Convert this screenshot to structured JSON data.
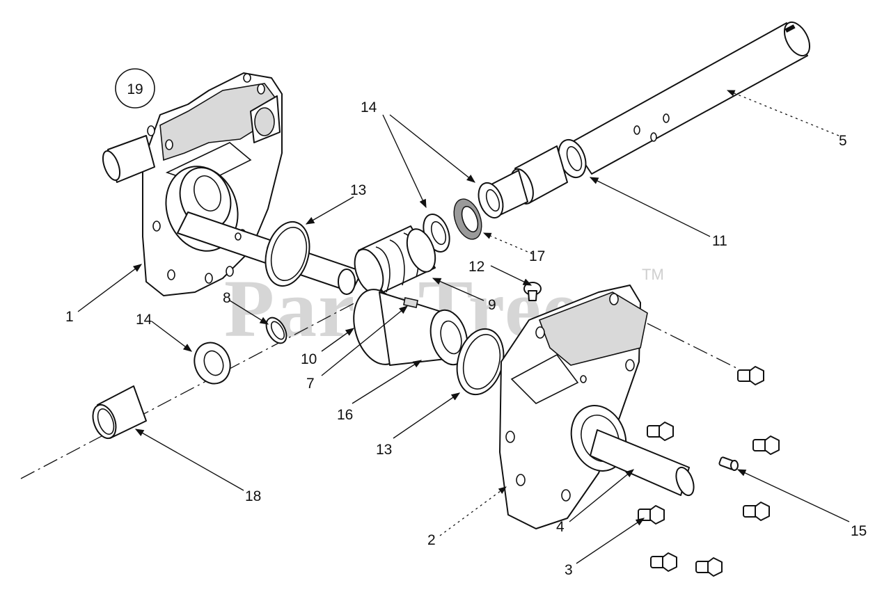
{
  "diagram": {
    "group_number": "19",
    "watermark": "PartsTree",
    "trademark": "TM",
    "callouts": {
      "c1": "1",
      "c2": "2",
      "c3": "3",
      "c4": "4",
      "c5": "5",
      "c7": "7",
      "c8": "8",
      "c9": "9",
      "c10": "10",
      "c11": "11",
      "c12": "12",
      "c13a": "13",
      "c13b": "13",
      "c14a": "14",
      "c14b": "14",
      "c15": "15",
      "c16": "16",
      "c17": "17",
      "c18": "18"
    }
  }
}
